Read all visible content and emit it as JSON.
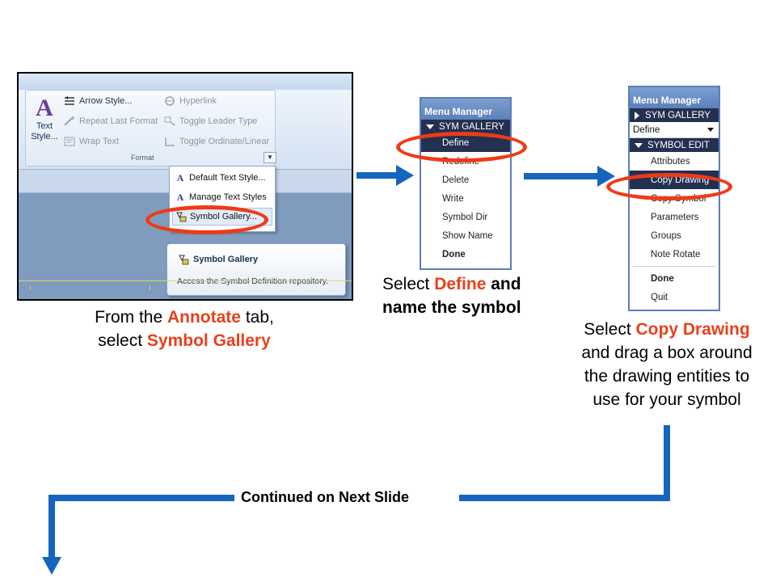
{
  "ribbon": {
    "text_style_label": "Text Style...",
    "items_col1": [
      "Arrow Style...",
      "Repeat Last Format",
      "Wrap Text"
    ],
    "items_col2": [
      "Hyperlink",
      "Toggle Leader Type",
      "Toggle Ordinate/Linear"
    ],
    "group_label": "Format",
    "menu_items": [
      "Default Text Style...",
      "Manage Text Styles",
      "Symbol Gallery..."
    ],
    "tooltip_title": "Symbol Gallery",
    "tooltip_desc": "Access the Symbol Definition repository."
  },
  "caption1": {
    "line1_pre": "From the ",
    "line1_hl": "Annotate",
    "line1_post": " tab,",
    "line2_pre": "select ",
    "line2_hl": "Symbol Gallery"
  },
  "menu2": {
    "title": "Menu Manager",
    "header": "SYM GALLERY",
    "items": [
      "Define",
      "Redefine",
      "Delete",
      "Write",
      "Symbol Dir",
      "Show Name"
    ],
    "done": "Done"
  },
  "caption2": {
    "line1_pre": "Select ",
    "line1_hl": "Define",
    "line1_post": " and",
    "line2": "name the symbol"
  },
  "menu3": {
    "title": "Menu Manager",
    "header1": "SYM GALLERY",
    "select_value": "Define",
    "header2": "SYMBOL EDIT",
    "items": [
      "Attributes",
      "Copy Drawing",
      "Copy Symbol",
      "Parameters",
      "Groups",
      "Note Rotate"
    ],
    "done": "Done",
    "quit": "Quit"
  },
  "caption3": {
    "line1_pre": "Select ",
    "line1_hl": "Copy Drawing",
    "line2": "and drag a box around",
    "line3": "the drawing entities to",
    "line4": "use for your symbol"
  },
  "continued_label": "Continued on Next Slide",
  "colors": {
    "highlight": "#e8401c",
    "arrow": "#1565c0",
    "oval": "#ef3a17",
    "menu_header": "#233050"
  }
}
